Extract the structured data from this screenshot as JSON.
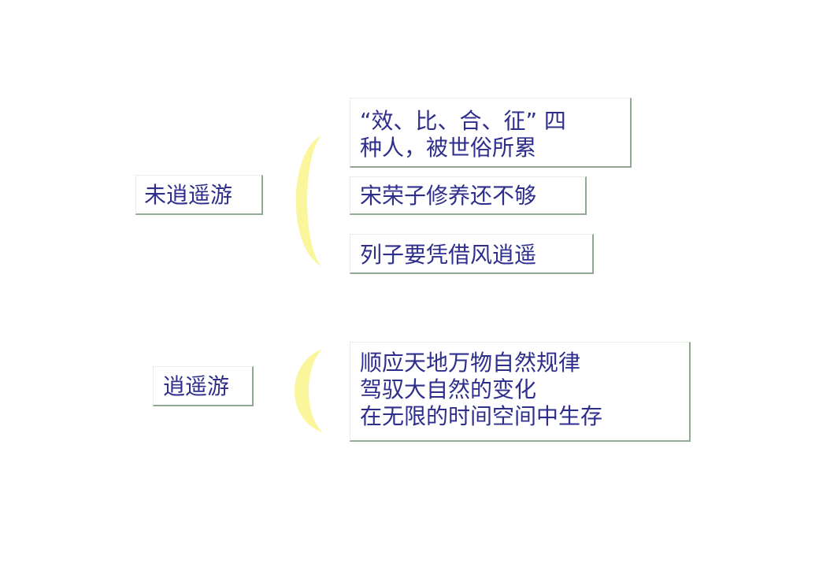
{
  "groups": [
    {
      "label": "未逍遥游",
      "items": [
        {
          "lines": [
            "“效、比、合、征” 四",
            "种人，被世俗所累"
          ]
        },
        {
          "lines": [
            "宋荣子修养还不够"
          ]
        },
        {
          "lines": [
            "列子要凭借风逍遥"
          ]
        }
      ]
    },
    {
      "label": "逍遥游",
      "items": [
        {
          "lines": [
            "顺应天地万物自然规律",
            "驾驭大自然的变化",
            "在无限的时间空间中生存"
          ]
        }
      ]
    }
  ],
  "colors": {
    "text": "#2e2e8c",
    "brace": "#fbf59b",
    "box_shadow": "#93a893"
  }
}
